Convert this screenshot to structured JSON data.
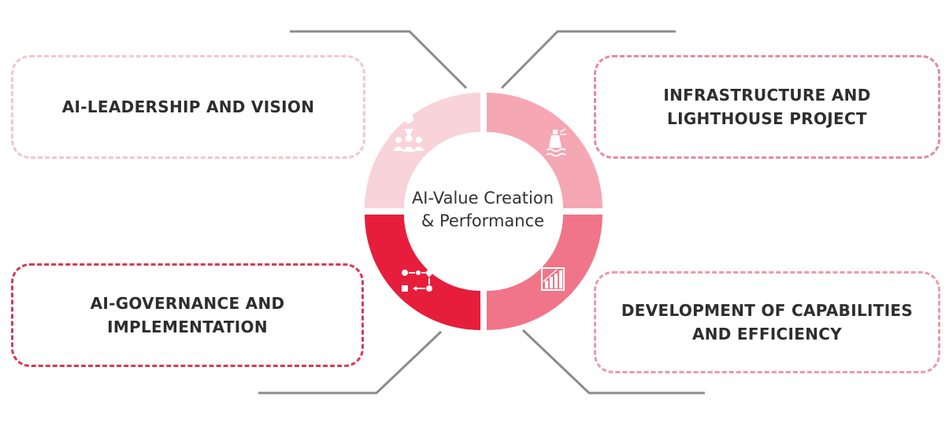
{
  "center": {
    "label": "AI-Value Creation\n& Performance"
  },
  "quadrants": [
    {
      "label": "AI-LEADERSHIP AND VISION",
      "color": "#f8d3da",
      "icon": "people-location-icon"
    },
    {
      "label": "INFRASTRUCTURE AND\nLIGHTHOUSE PROJECT",
      "color": "#f5a7b4",
      "icon": "lighthouse-icon"
    },
    {
      "label": "AI-GOVERNANCE AND\nIMPLEMENTATION",
      "color": "#e61e3c",
      "icon": "workflow-icon"
    },
    {
      "label": "DEVELOPMENT OF CAPABILITIES\nAND EFFICIENCY",
      "color": "#f07588",
      "icon": "bar-chart-icon"
    }
  ],
  "colors": {
    "connector": "#8c8c8c",
    "icon": "#ffffff",
    "text": "#2e2e2e"
  }
}
